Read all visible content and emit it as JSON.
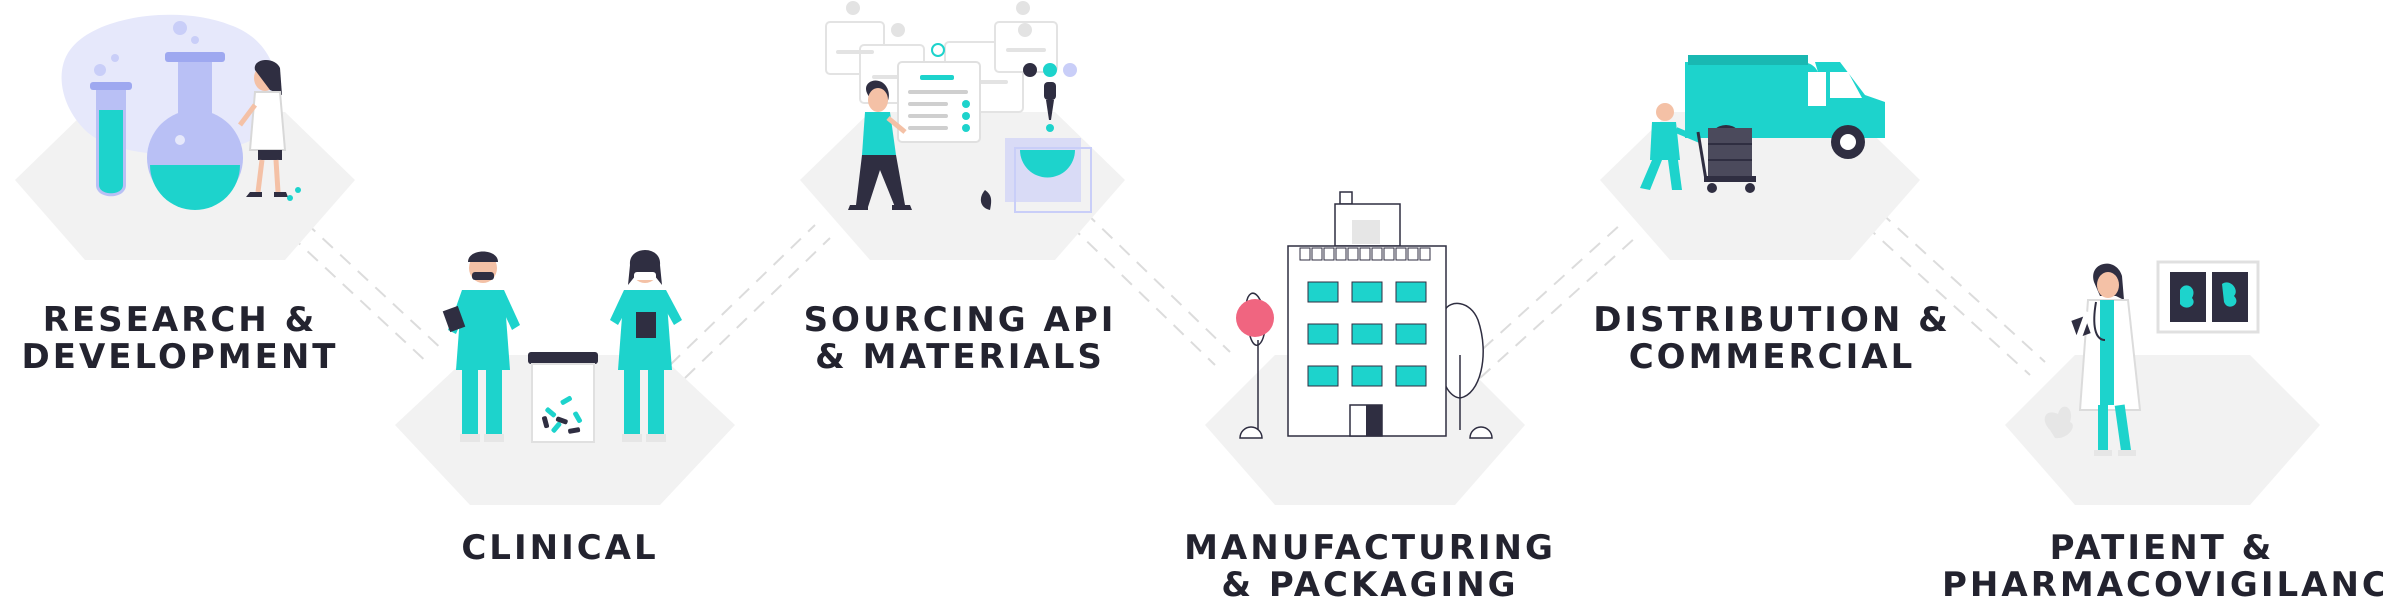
{
  "stages": [
    {
      "id": "research",
      "line1": "RESEARCH &",
      "line2": "DEVELOPMENT"
    },
    {
      "id": "clinical",
      "line1": "CLINICAL",
      "line2": ""
    },
    {
      "id": "sourcing",
      "line1": "SOURCING API",
      "line2": "& MATERIALS"
    },
    {
      "id": "manufacturing",
      "line1": "MANUFACTURING",
      "line2": "& PACKAGING"
    },
    {
      "id": "distribution",
      "line1": "DISTRIBUTION &",
      "line2": "COMMERCIAL"
    },
    {
      "id": "patient",
      "line1": "PATIENT &",
      "line2": "PHARMACOVIGILANCE"
    }
  ],
  "colors": {
    "accent": "#1dd3cc",
    "accent_dark": "#19b8b2",
    "lavender": "#9ea8f0",
    "lavender_light": "#c9cef8",
    "hexagon": "#f2f2f2",
    "ink": "#2f2e41",
    "label": "#23232f",
    "pink": "#f06580",
    "connector": "#dcdcdc"
  },
  "icons": {
    "research": "lab-glassware-scientist-icon",
    "clinical": "medical-staff-pill-jar-icon",
    "sourcing": "woman-documents-dropper-icon",
    "manufacturing": "factory-building-icon",
    "distribution": "delivery-van-courier-icon",
    "patient": "doctor-xray-icon"
  }
}
